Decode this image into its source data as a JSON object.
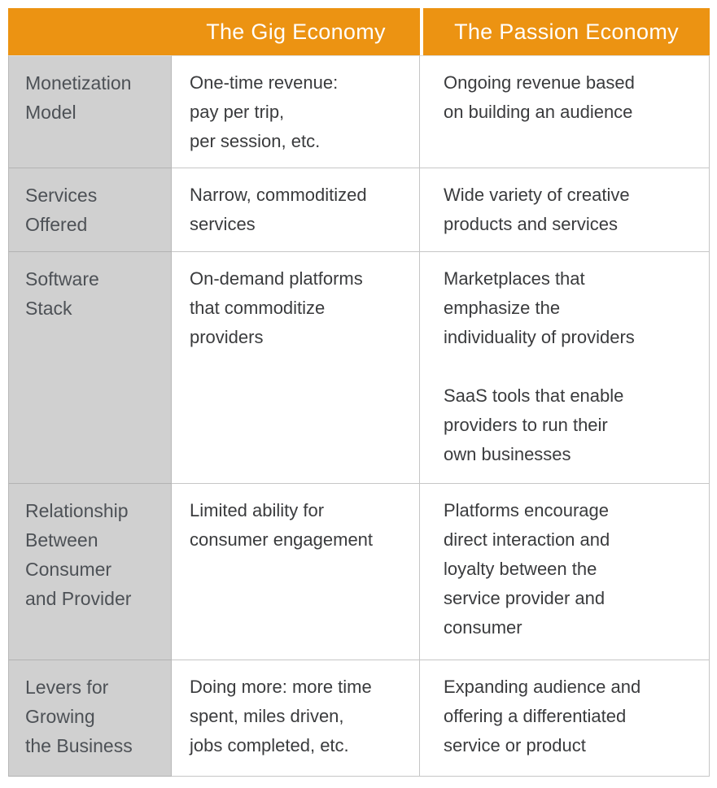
{
  "colors": {
    "page_bg": "#FFFFFF",
    "header_bg": "#EC9312",
    "header_text": "#FFFFFF",
    "label_bg": "#D0D0D0",
    "label_text": "#4D5156",
    "body_text": "#3A3B3D",
    "cell_bg": "#FFFFFF",
    "grid_line": "#C6C6C6"
  },
  "table": {
    "columns": [
      {
        "header": ""
      },
      {
        "header": "The Gig Economy"
      },
      {
        "header": "The Passion Economy"
      }
    ],
    "rows": [
      {
        "label": "Monetization\nModel",
        "gig": "One-time revenue:\npay per trip,\nper session, etc.",
        "passion": "Ongoing revenue based\non building an audience"
      },
      {
        "label": "Services\nOffered",
        "gig": "Narrow, commoditized\nservices",
        "passion": "Wide variety of creative\nproducts and services"
      },
      {
        "label": "Software\nStack",
        "gig": "On-demand platforms\nthat commoditize\nproviders",
        "passion": "Marketplaces that\nemphasize the\nindividuality of providers\n\nSaaS tools that enable\nproviders to run their\nown businesses"
      },
      {
        "label": "Relationship\nBetween\nConsumer\nand Provider",
        "gig": "Limited ability for\nconsumer engagement",
        "passion": "Platforms encourage\ndirect interaction and\nloyalty between the\nservice provider and\nconsumer"
      },
      {
        "label": "Levers for\nGrowing\nthe Business",
        "gig": "Doing more: more time\nspent, miles driven,\njobs completed, etc.",
        "passion": "Expanding audience and\noffering a differentiated\nservice or product"
      }
    ]
  }
}
